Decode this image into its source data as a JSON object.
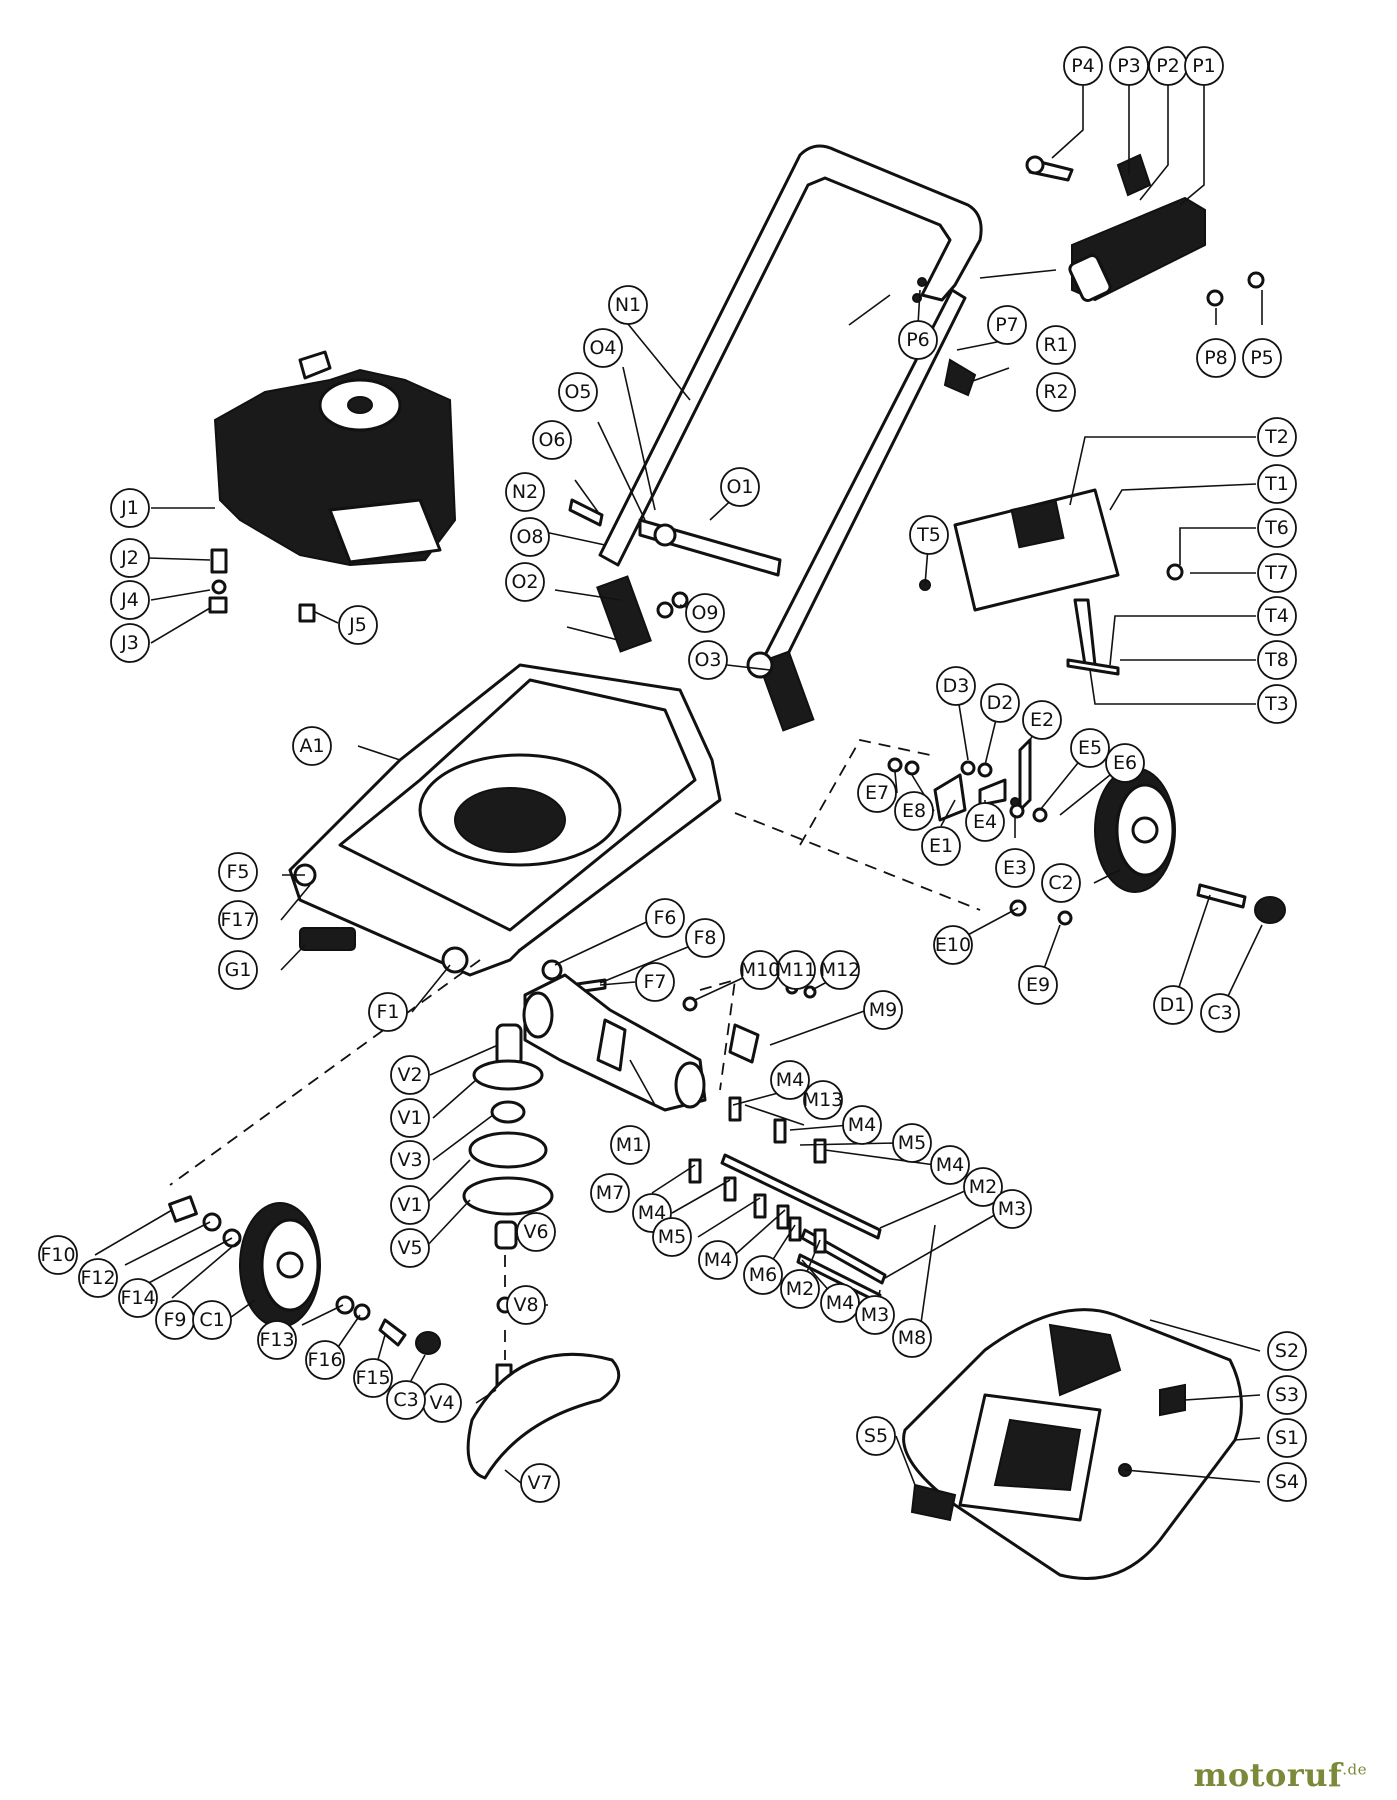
{
  "watermark": {
    "brand": "motoruf",
    "tld": ".de"
  },
  "callouts": [
    "P4",
    "P3",
    "P2",
    "P1",
    "P7",
    "P6",
    "P8",
    "P5",
    "R1",
    "R2",
    "N1",
    "O4",
    "O5",
    "O6",
    "O1",
    "N2",
    "O8",
    "O9",
    "O2",
    "O3",
    "J1",
    "J2",
    "J4",
    "J3",
    "J5",
    "T2",
    "T1",
    "T5",
    "T6",
    "T7",
    "T4",
    "T8",
    "T3",
    "A1",
    "D3",
    "D2",
    "E2",
    "E5",
    "E6",
    "E7",
    "E8",
    "E1",
    "E4",
    "E3",
    "C2",
    "F5",
    "F17",
    "G1",
    "F1",
    "F6",
    "F8",
    "F7",
    "M10",
    "M11",
    "M12",
    "M9",
    "E10",
    "E9",
    "D1",
    "C3",
    "V2",
    "V1",
    "V3",
    "V1",
    "V5",
    "V6",
    "V8",
    "V4",
    "V7",
    "M1",
    "M4",
    "M13",
    "M4",
    "M5",
    "M4",
    "M2",
    "M3",
    "M7",
    "M4",
    "M5",
    "M4",
    "M6",
    "M2",
    "M4",
    "M3",
    "M8",
    "F10",
    "F12",
    "F14",
    "F9",
    "C1",
    "F13",
    "F16",
    "F15",
    "C3",
    "S2",
    "S3",
    "S1",
    "S4",
    "S5"
  ]
}
